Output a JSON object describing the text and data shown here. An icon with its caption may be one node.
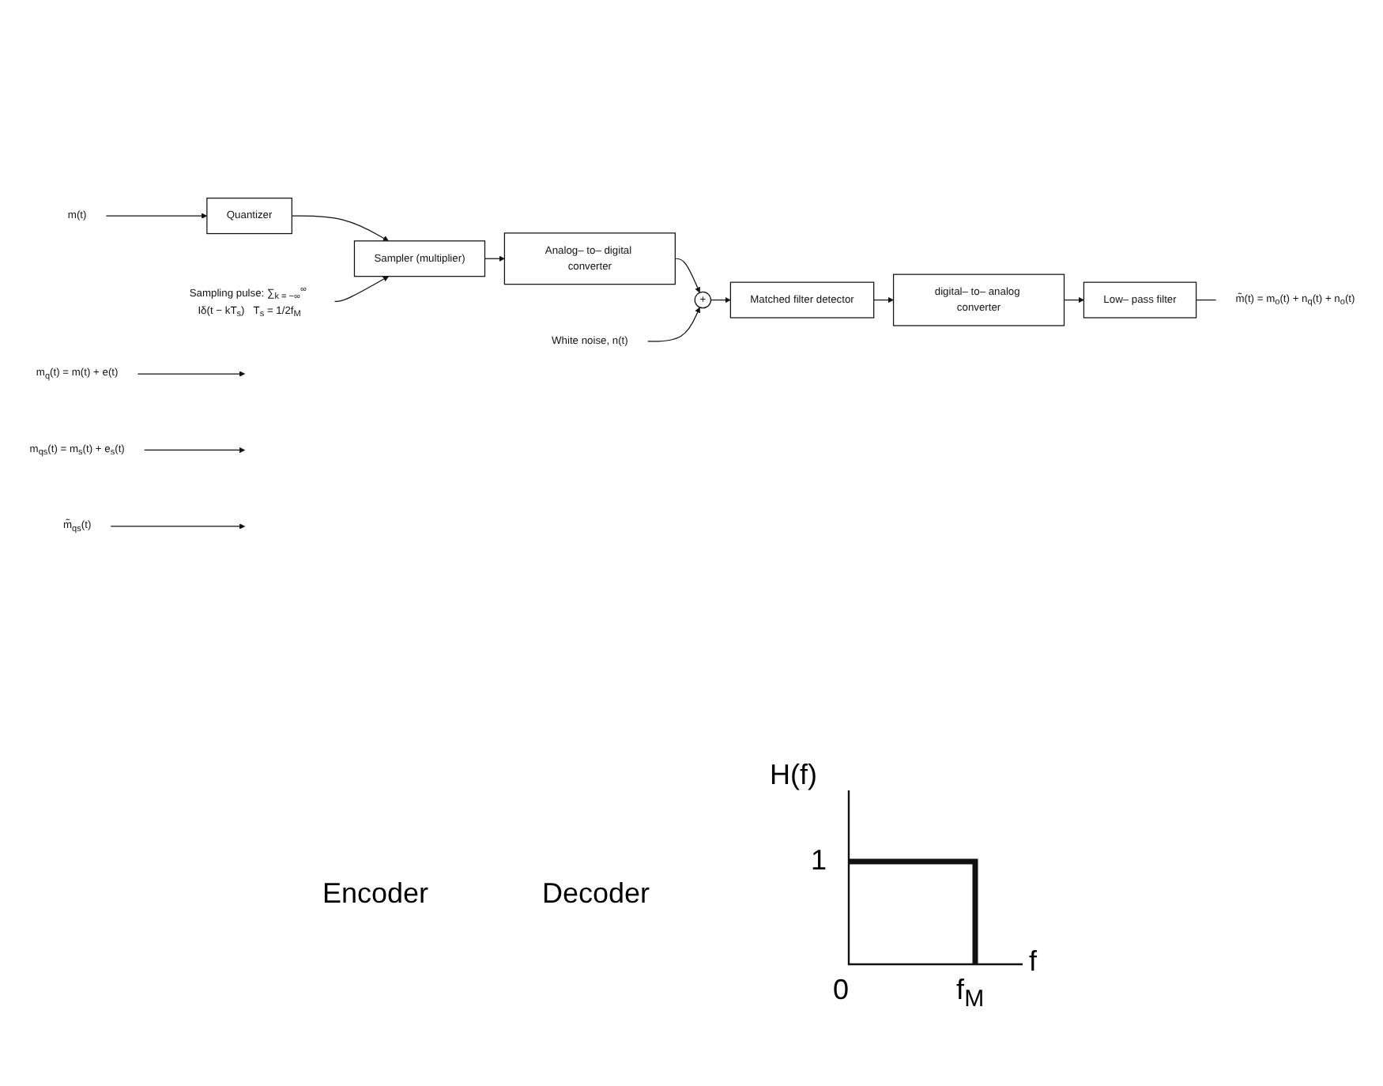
{
  "diagram": {
    "nodes": [
      {
        "text": [
          "m(t)"
        ]
      },
      {
        "text": [
          "Quantizer"
        ]
      },
      {
        "text": [
          "Sampler (multiplier)"
        ]
      },
      {
        "text": [
          "Analog– to– digital converter"
        ]
      },
      {
        "text": [
          "+"
        ]
      },
      {
        "text": [
          "White noise, n(t)"
        ]
      },
      {
        "text": [
          "Sampling pulse: ∑$_{k = −∞}$$^{∞}$ Iδ(t − kT$_{s}$)   T$_{s}$ = 1/2f$_{M}$"
        ]
      },
      {
        "text": [
          "Matched filter detector"
        ]
      },
      {
        "text": [
          "digital– to– analog converter"
        ]
      },
      {
        "text": [
          "Low– pass filter"
        ]
      },
      {
        "text": [
          "m̃(t) = m$_{o}$(t) + n$_{q}$(t) + n$_{o}$(t)"
        ]
      },
      {
        "text": [
          "m$_{q}$(t) = m(t) + e(t)"
        ]
      },
      {
        "text": [
          "m$_{qs}$(t) = m$_{s}$(t) + e$_{s}$(t)"
        ]
      },
      {
        "text": [
          "m̃$_{qs}$(t)"
        ]
      }
    ],
    "edges": [
      {
        "from": 0,
        "to": 1,
        "arrow": "to"
      },
      {
        "from": 1,
        "to": 2,
        "arrow": "to"
      },
      {
        "from": 6,
        "to": 2,
        "arrow": "to"
      },
      {
        "from": 2,
        "to": 3,
        "arrow": "to"
      },
      {
        "from": 3,
        "to": 4,
        "arrow": "to"
      },
      {
        "from": 5,
        "to": 4,
        "arrow": "to"
      },
      {
        "from": 4,
        "to": 7,
        "arrow": "to"
      },
      {
        "from": 7,
        "to": 8,
        "arrow": "to"
      },
      {
        "from": 8,
        "to": 9,
        "arrow": "to"
      },
      {
        "from": 9,
        "to": 10,
        "arrow": "none"
      },
      {
        "from": 11,
        "to": null,
        "arrow": "to"
      },
      {
        "from": 12,
        "to": null,
        "arrow": "to"
      },
      {
        "from": 13,
        "to": null,
        "arrow": "to"
      }
    ],
    "labels": [
      "Encoder",
      "Decoder",
      "H(f)",
      "1",
      "0",
      "f$_{M}$",
      "f"
    ]
  }
}
